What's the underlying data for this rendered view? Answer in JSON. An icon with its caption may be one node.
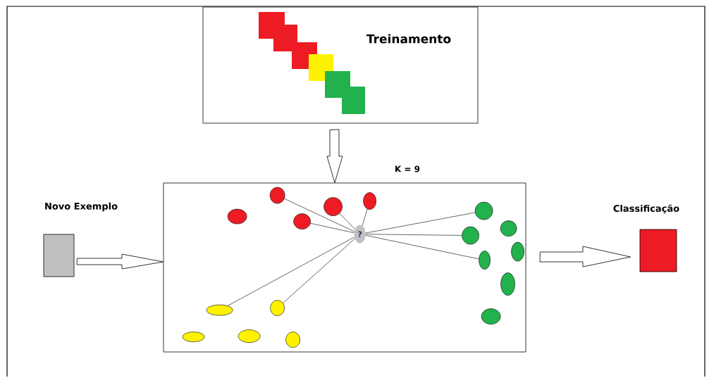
{
  "diagram": {
    "nodes": [
      {
        "text": [
          "Treinamento"
        ]
      },
      {
        "text": [
          "Novo Exemplo"
        ]
      },
      {
        "text": [],
        "shape": "box"
      },
      {
        "text": [
          "Classificação"
        ]
      },
      {
        "text": [
          "?"
        ],
        "in": 2
      },
      {
        "text": [],
        "shape": "ellipse",
        "in": 2
      },
      {
        "text": [],
        "shape": "ellipse",
        "in": 2
      },
      {
        "text": [],
        "shape": "ellipse",
        "in": 2
      },
      {
        "text": [],
        "shape": "ellipse",
        "in": 2
      },
      {
        "text": [],
        "shape": "ellipse",
        "in": 2
      },
      {
        "text": [],
        "shape": "ellipse",
        "in": 2
      },
      {
        "text": [],
        "shape": "ellipse",
        "in": 2
      },
      {
        "text": [],
        "shape": "ellipse",
        "in": 2
      },
      {
        "text": [],
        "shape": "ellipse",
        "in": 2
      },
      {
        "text": [],
        "shape": "ellipse",
        "in": 2
      },
      {
        "text": [],
        "shape": "ellipse",
        "in": 2
      },
      {
        "text": [],
        "shape": "ellipse",
        "in": 2
      },
      {
        "text": [],
        "shape": "ellipse",
        "in": 2
      },
      {
        "text": [],
        "shape": "ellipse",
        "in": 2
      },
      {
        "text": [],
        "shape": "ellipse",
        "in": 2
      },
      {
        "text": [],
        "shape": "ellipse",
        "in": 2
      },
      {
        "text": [],
        "shape": "ellipse",
        "in": 2
      }
    ],
    "edges": [
      {
        "from": 0,
        "to": 2,
        "arrow": "to",
        "style": "thick"
      },
      {
        "from": 1,
        "to": 2,
        "arrow": "to",
        "style": "thick"
      },
      {
        "from": 2,
        "to": 3,
        "arrow": "to",
        "style": "thick"
      },
      {
        "from": 4,
        "to": 6,
        "arrow": "none"
      },
      {
        "from": 4,
        "to": 9,
        "arrow": "none"
      },
      {
        "from": 4,
        "to": 10,
        "arrow": "none"
      },
      {
        "from": 4,
        "to": 12,
        "arrow": "none"
      },
      {
        "from": 4,
        "to": 13,
        "arrow": "none"
      },
      {
        "from": 4,
        "to": 14,
        "arrow": "none"
      },
      {
        "from": 4,
        "to": 15,
        "arrow": "none"
      },
      {
        "from": 4,
        "to": 16,
        "arrow": "none"
      },
      {
        "from": 4,
        "to": 17,
        "arrow": "none"
      }
    ],
    "labels": [
      "K = 9"
    ]
  }
}
